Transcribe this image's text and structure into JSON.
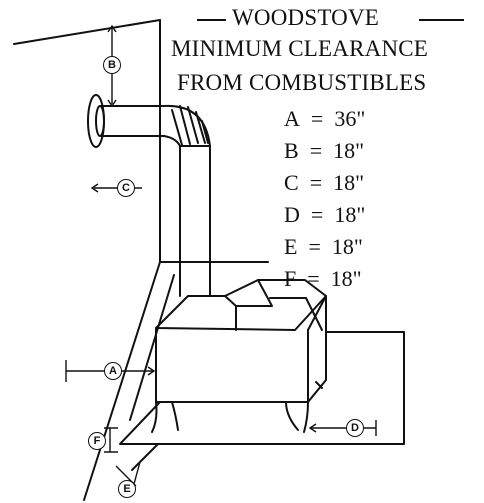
{
  "title": {
    "line1": "WOODSTOVE",
    "line2": "MINIMUM CLEARANCE",
    "line3": "FROM COMBUSTIBLES"
  },
  "clearances": [
    {
      "letter": "A",
      "value": "36\""
    },
    {
      "letter": "B",
      "value": "18\""
    },
    {
      "letter": "C",
      "value": "18\""
    },
    {
      "letter": "D",
      "value": "18\""
    },
    {
      "letter": "E",
      "value": "18\""
    },
    {
      "letter": "F",
      "value": "18\""
    }
  ],
  "callouts": {
    "a": "A",
    "b": "B",
    "c": "C",
    "d": "D",
    "e": "E",
    "f": "F"
  }
}
